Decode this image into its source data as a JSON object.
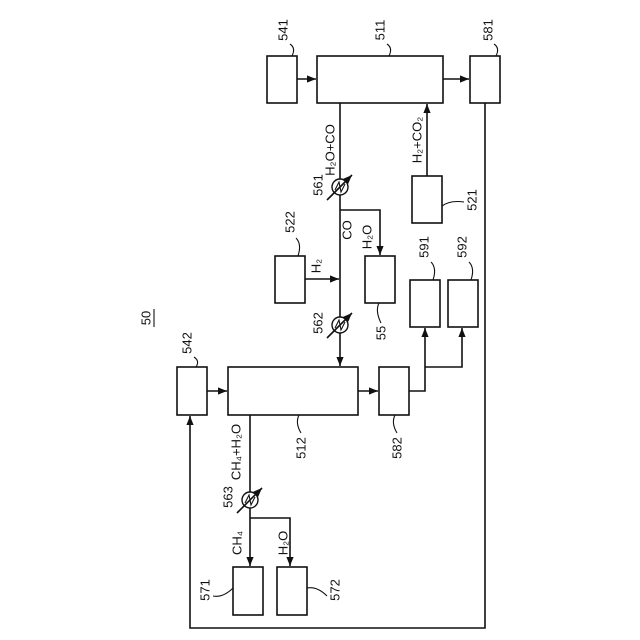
{
  "figure": {
    "number": "50"
  },
  "components": {
    "c541": "541",
    "c511": "511",
    "c581": "581",
    "c521": "521",
    "c522": "522",
    "c55": "55",
    "c591": "591",
    "c592": "592",
    "c542": "542",
    "c512": "512",
    "c582": "582",
    "c571": "571",
    "c572": "572"
  },
  "heat_exchangers": {
    "hx561": "561",
    "hx562": "562",
    "hx563": "563"
  },
  "streams": {
    "h2o_co": "H₂O+CO",
    "h2_co2": "H₂+CO₂",
    "co": "CO",
    "h2o_to_55": "H₂O",
    "h2": "H₂",
    "ch4_h2o": "CH₄+H₂O",
    "ch4": "CH₄",
    "h2o_to_572": "H₂O"
  }
}
